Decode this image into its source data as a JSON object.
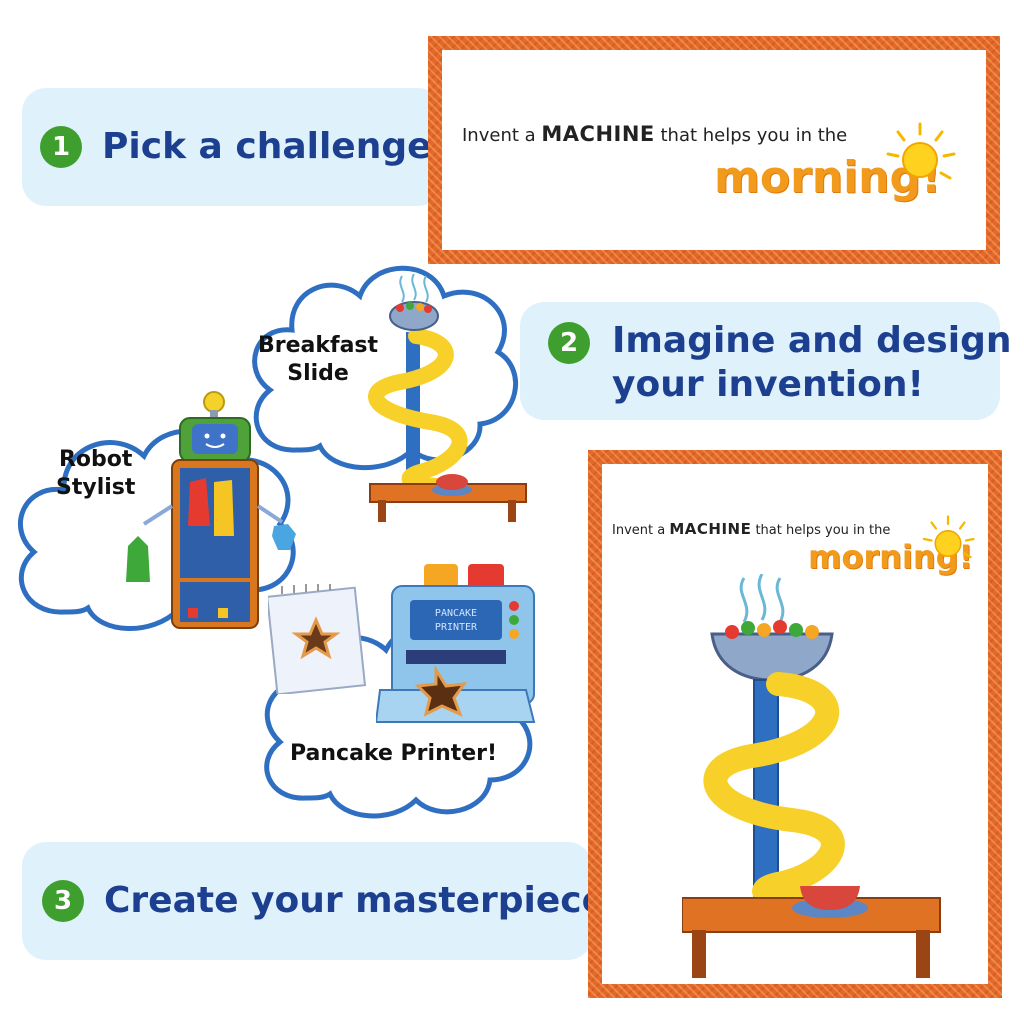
{
  "steps": [
    {
      "number": "1",
      "label": "Pick a challenge!"
    },
    {
      "number": "2",
      "line1": "Imagine and design",
      "line2": "your invention!"
    },
    {
      "number": "3",
      "label": "Create your masterpiece!"
    }
  ],
  "challenge_card": {
    "prompt_prefix": "Invent a ",
    "prompt_emphasis": "MACHINE",
    "prompt_suffix": " that helps you in the",
    "highlight": "morning!"
  },
  "ideas": [
    {
      "line1": "Breakfast",
      "line2": "Slide"
    },
    {
      "line1": "Robot",
      "line2": "Stylist"
    },
    {
      "line1": "Pancake Printer!"
    }
  ],
  "printer_screen": {
    "line1": "PANCAKE",
    "line2": "PRINTER"
  },
  "colors": {
    "banner": "#dff1fb",
    "step_badge": "#3f9f2e",
    "step_text": "#1d3f8f",
    "card_border": "#e4682a",
    "morning_text": "#f29a1b"
  },
  "icons": [
    "sun-icon",
    "bowl-icon",
    "slide-icon",
    "robot-icon",
    "pancake-printer-icon",
    "notepad-icon"
  ]
}
